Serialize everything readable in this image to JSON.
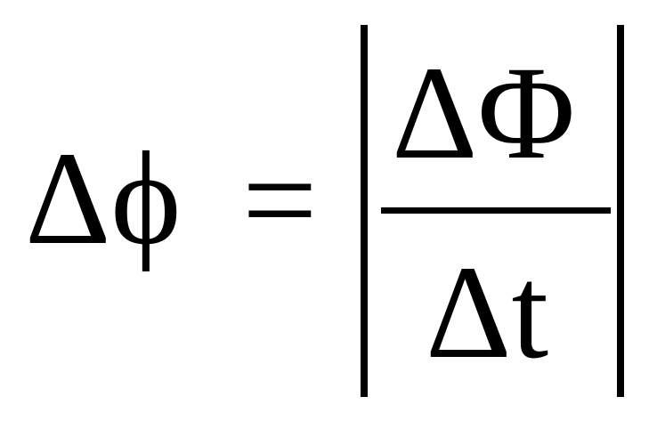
{
  "formula": {
    "lhs": "Δϕ",
    "equals": "=",
    "numerator": "ΔΦ",
    "denominator": "Δt"
  }
}
